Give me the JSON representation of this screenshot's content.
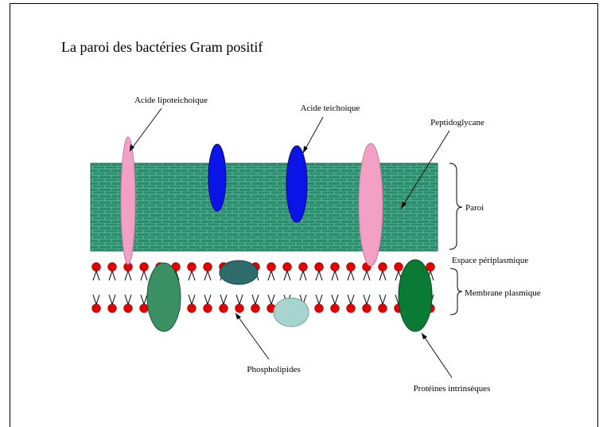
{
  "title": "La paroi des bactéries Gram positif",
  "labels": {
    "acide_lipoteichoique": "Acide lipoteichoique",
    "acide_teichoique": "Acide teichoique",
    "peptidoglycane": "Peptidoglycane",
    "paroi": "Paroi",
    "espace_periplasmique": "Espace périplasmique",
    "membrane_plasmique": "Membrane plasmique",
    "phospholipides": "Phospholipides",
    "proteines_intrinseques": "Protéines intrinsèques"
  },
  "colors": {
    "wall_fill": "#2d8c6e",
    "wall_brick_lines": "#66c9a6",
    "lipoteichoic_acid": "#f2a1c4",
    "teichoic_acid": "#0a14e6",
    "phospholipid_head": "#e00000",
    "protein_dark_green": "#3a8f63",
    "protein_green": "#0b7a34",
    "protein_slate": "#2f6b6b",
    "protein_light_blue": "#a8d4d0"
  }
}
